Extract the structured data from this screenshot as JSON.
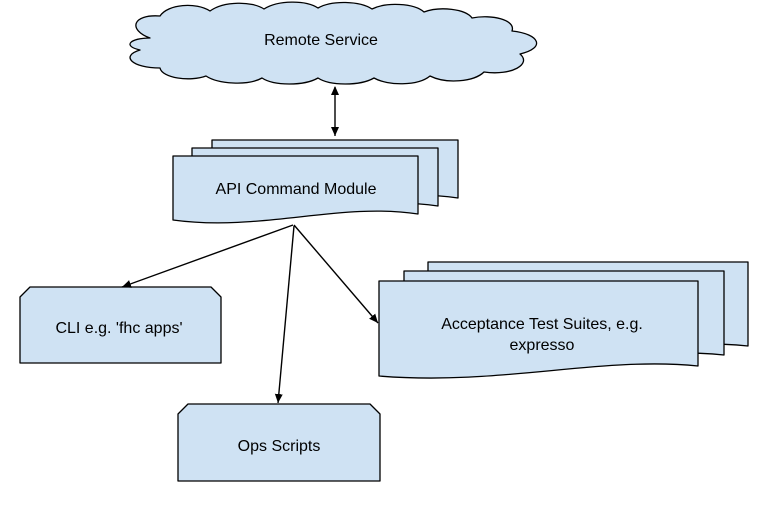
{
  "nodes": {
    "remote_service": {
      "label": "Remote Service"
    },
    "api_command_module": {
      "label": "API Command Module"
    },
    "cli": {
      "label": "CLI e.g. 'fhc apps'"
    },
    "acceptance": {
      "label_line1": "Acceptance Test Suites, e.g.",
      "label_line2": "expresso"
    },
    "ops_scripts": {
      "label": "Ops Scripts"
    }
  },
  "colors": {
    "shape_fill": "#cfe2f3",
    "stroke": "#000000",
    "background": "#ffffff"
  }
}
